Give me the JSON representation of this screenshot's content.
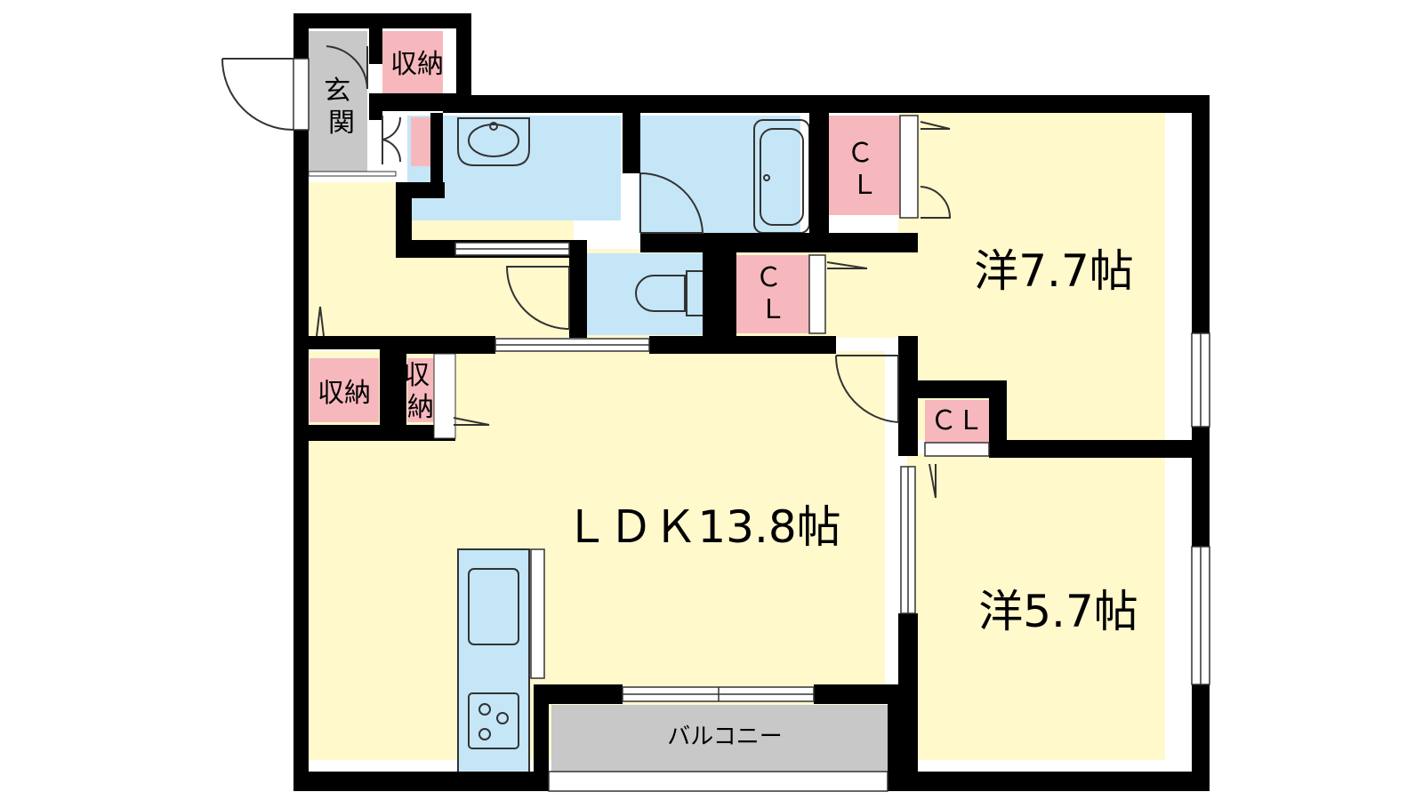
{
  "rooms": {
    "entrance": "玄関",
    "entrance_storage": "収納",
    "western_room_1": "洋7.7帖",
    "western_room_2": "洋5.7帖",
    "ldk": "ＬＤＫ13.8帖",
    "balcony": "バルコニー",
    "closet_1": "ＣＬ",
    "closet_2": "ＣＬ",
    "closet_3": "ＣＬ",
    "hall_storage_1": "収納",
    "hall_storage_2": "収納"
  },
  "colors": {
    "wall": "#000000",
    "room_floor": "#fff9cc",
    "wet_area": "#c5e6f7",
    "storage": "#f7b8bd",
    "entrance_floor": "#c8c8c8",
    "balcony_floor": "#c8c8c8"
  }
}
